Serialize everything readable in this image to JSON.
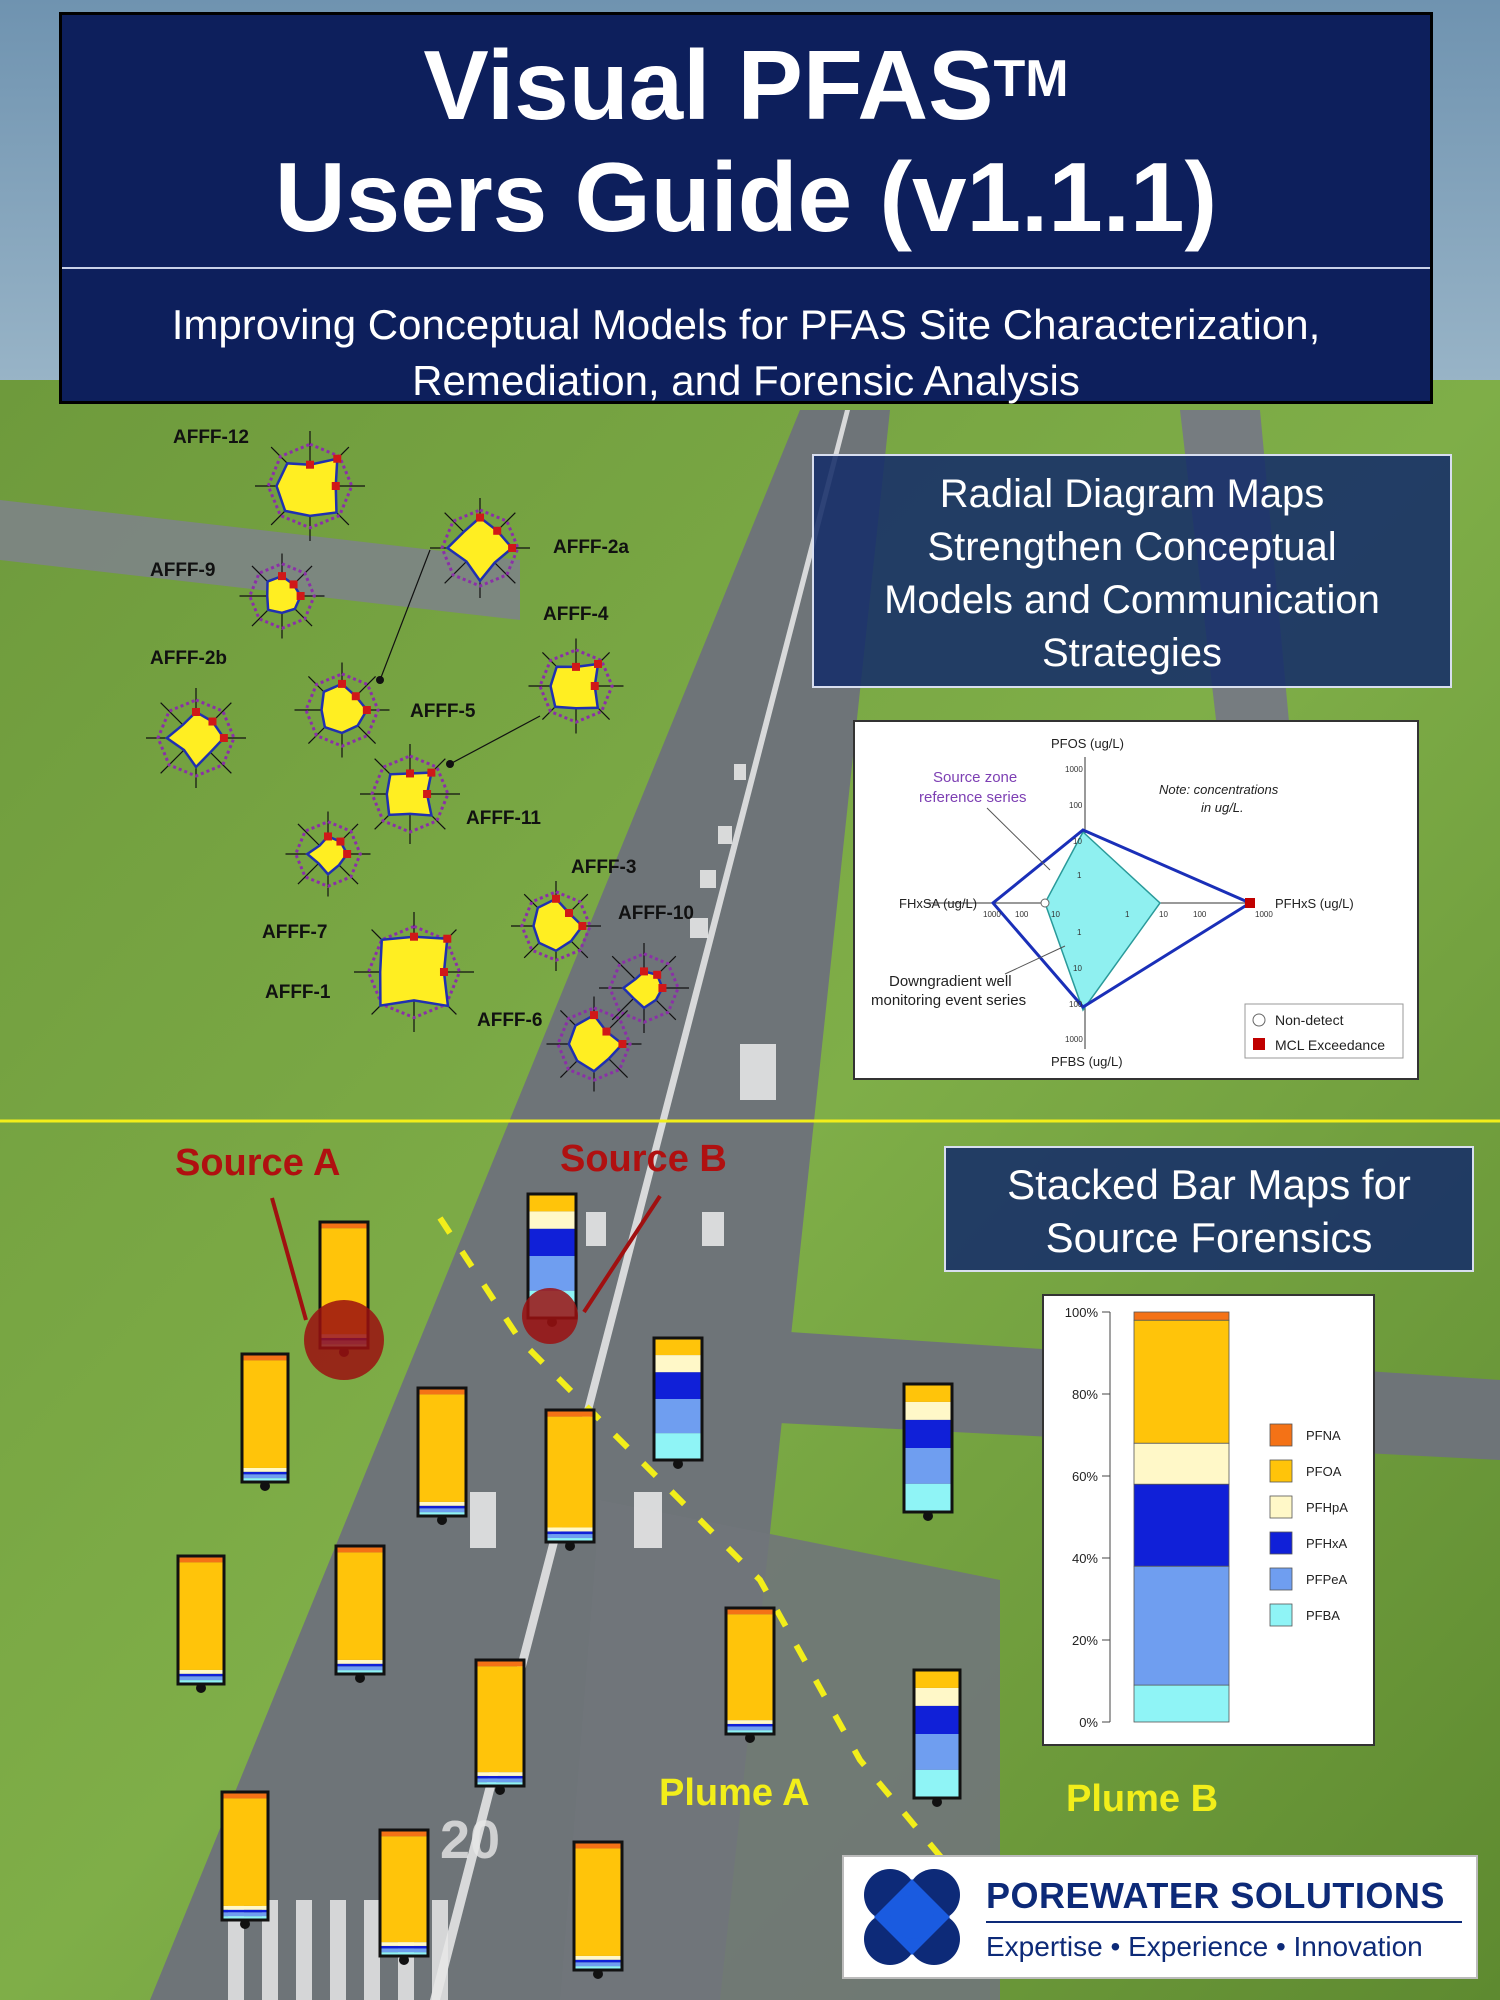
{
  "document": {
    "title_line1": "Visual PFAS",
    "title_tm": "TM",
    "title_line2": "Users Guide (v1.1.1)",
    "subtitle_line1": "Improving Conceptual Models for PFAS Site Characterization,",
    "subtitle_line2": "Remediation, and Forensic Analysis"
  },
  "callouts": {
    "radial": [
      "Radial Diagram Maps",
      "Strengthen Conceptual",
      "Models and Communication",
      "Strategies"
    ],
    "stacked": [
      "Stacked Bar Maps for",
      "Source Forensics"
    ]
  },
  "radial_labels": [
    "AFFF-12",
    "AFFF-2a",
    "AFFF-9",
    "AFFF-4",
    "AFFF-2b",
    "AFFF-5",
    "AFFF-11",
    "AFFF-3",
    "AFFF-7",
    "AFFF-10",
    "AFFF-1",
    "AFFF-6"
  ],
  "map_labels": {
    "source_a": "Source A",
    "source_b": "Source B",
    "plume_a": "Plume A",
    "plume_b": "Plume B"
  },
  "radar_example": {
    "axis_top": "PFOS (ug/L)",
    "axis_right": "PFHxS (ug/L)",
    "axis_left": "FHxSA (ug/L)",
    "axis_bottom": "PFBS (ug/L)",
    "ticks": [
      "1000",
      "100",
      "10",
      "1"
    ],
    "note_line1": "Note: concentrations",
    "note_line2": "in ug/L.",
    "annot_source_1": "Source zone",
    "annot_source_2": "reference series",
    "annot_down_1": "Downgradient well",
    "annot_down_2": "monitoring event series",
    "legend_nd": "Non-detect",
    "legend_mcl": "MCL Exceedance",
    "colors": {
      "reference": "#1a2fb8",
      "monitoring_fill": "#8ff0f0",
      "monitoring_line": "#2a9a9a",
      "mcl": "#c00000"
    }
  },
  "stacked_example": {
    "yticks": [
      "0%",
      "20%",
      "40%",
      "60%",
      "80%",
      "100%"
    ],
    "segments": [
      {
        "name": "PFBA",
        "value": 9,
        "color": "#8ff4f6"
      },
      {
        "name": "PFPeA",
        "value": 29,
        "color": "#6f9ef0"
      },
      {
        "name": "PFHxA",
        "value": 20,
        "color": "#1020d8"
      },
      {
        "name": "PFHpA",
        "value": 10,
        "color": "#fff8c8"
      },
      {
        "name": "PFOA",
        "value": 30,
        "color": "#ffc40a"
      },
      {
        "name": "PFNA",
        "value": 2,
        "color": "#f47216"
      }
    ],
    "legend": [
      "PFNA",
      "PFOA",
      "PFHpA",
      "PFHxA",
      "PFPeA",
      "PFBA"
    ]
  },
  "logo": {
    "company": "POREWATER SOLUTIONS",
    "tagline": "Expertise • Experience • Innovation",
    "brand_color": "#0d2a78",
    "mark_colors": [
      "#1a5be0",
      "#0d2a78"
    ]
  }
}
